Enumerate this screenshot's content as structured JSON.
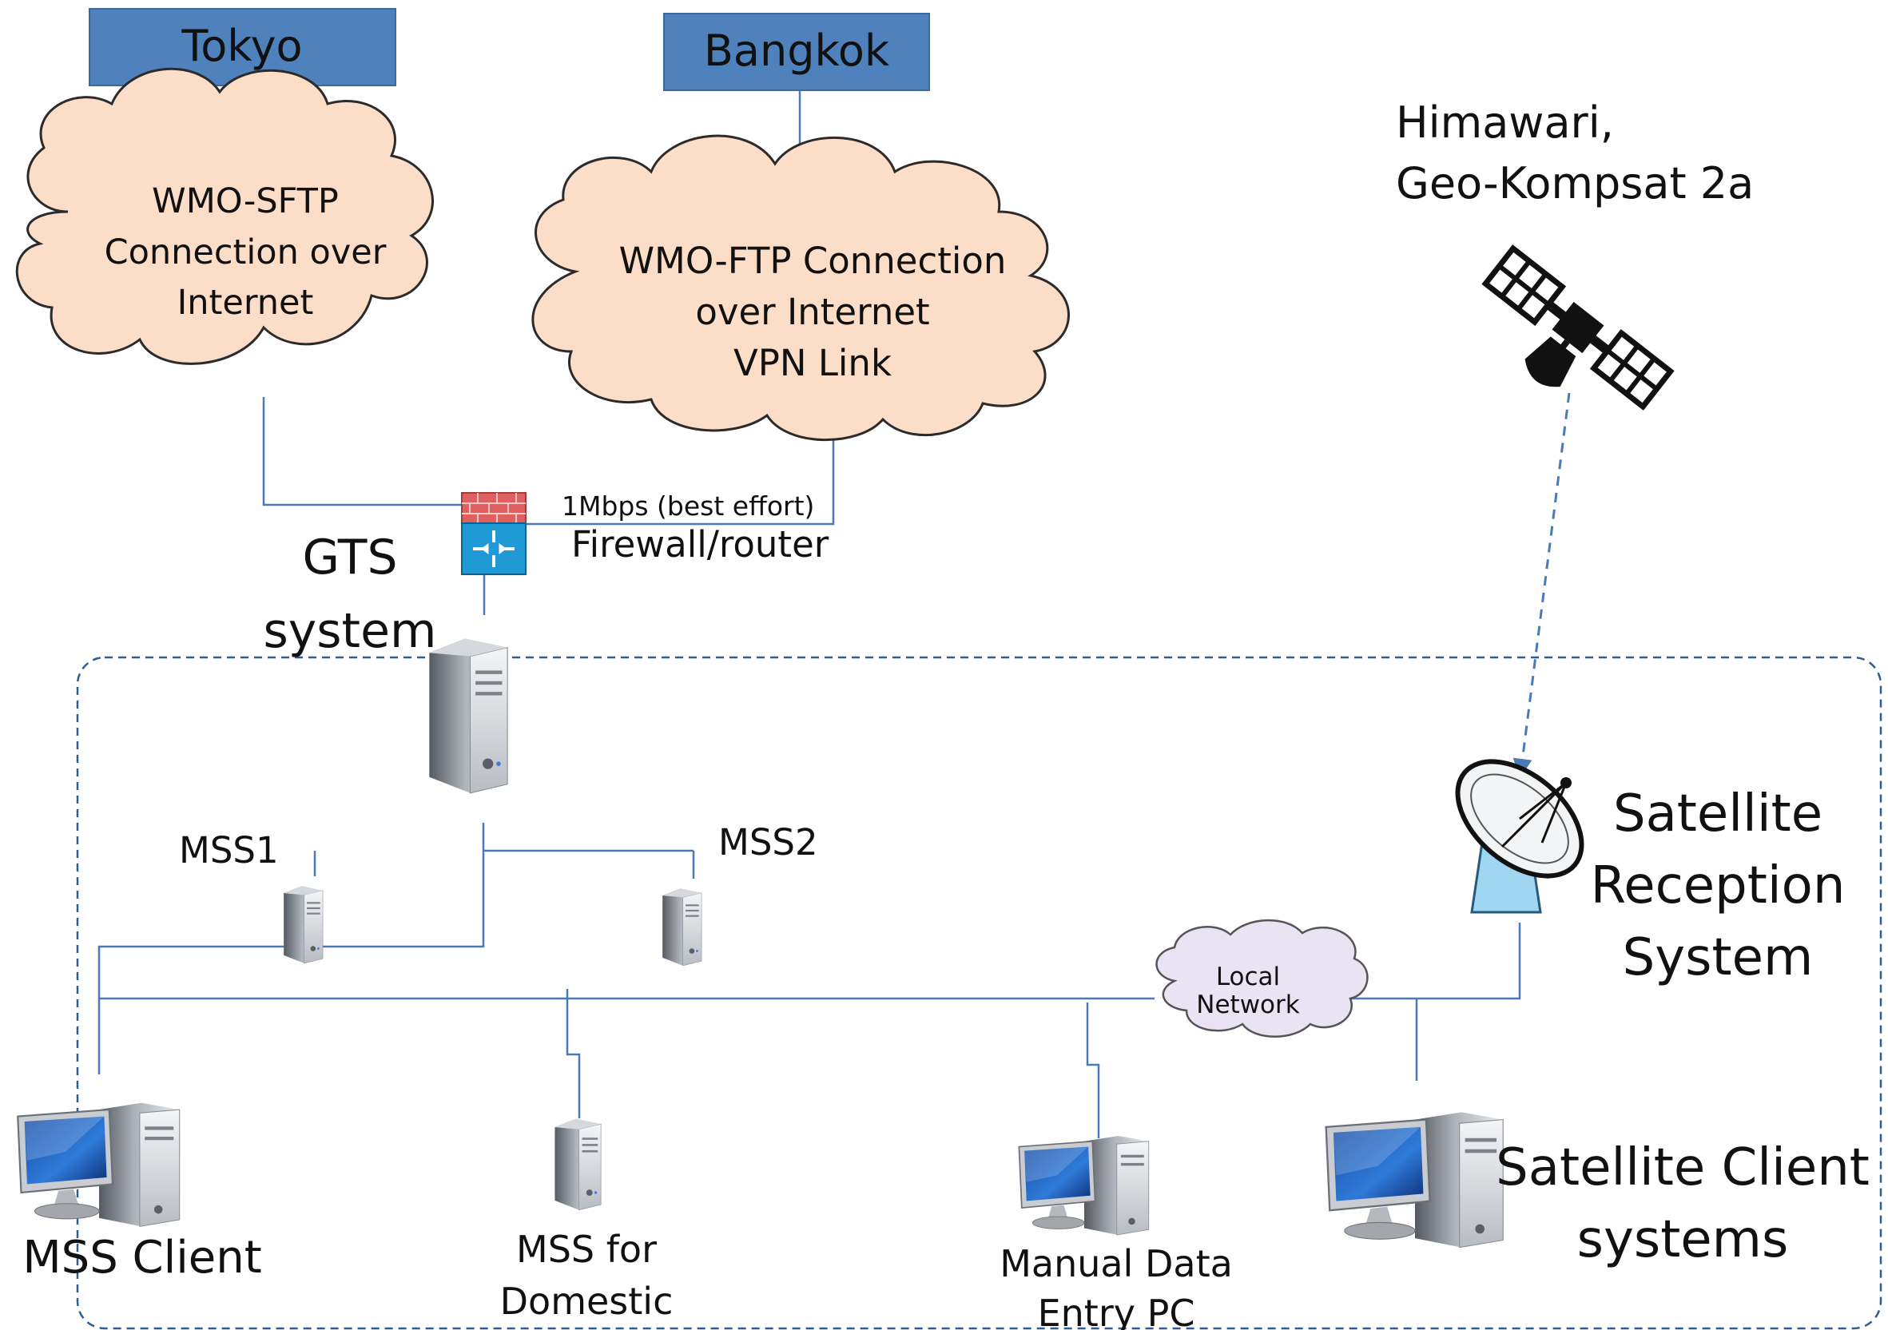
{
  "sites": {
    "tokyo": "Tokyo",
    "bangkok": "Bangkok"
  },
  "clouds": {
    "tokyo_lines": [
      "WMO-SFTP",
      "Connection over",
      "Internet"
    ],
    "bangkok_lines": [
      "WMO-FTP Connection",
      "over Internet",
      "VPN Link"
    ],
    "local_lines": [
      "Local",
      "Network"
    ]
  },
  "satellite_lines": [
    "Himawari,",
    "Geo-Kompsat 2a"
  ],
  "link": {
    "speed": "1Mbps (best effort)",
    "firewall": "Firewall/router"
  },
  "gts_lines": [
    "GTS",
    "system"
  ],
  "servers": {
    "mss1": "MSS1",
    "mss2": "MSS2"
  },
  "reception_lines": [
    "Satellite",
    "Reception",
    "System"
  ],
  "clients": {
    "mss_client": "MSS Client",
    "mss_domestic_lines": [
      "MSS for",
      "Domestic"
    ],
    "manual_entry_lines": [
      "Manual Data",
      "Entry PC"
    ],
    "sat_client_lines": [
      "Satellite Client",
      "systems"
    ]
  },
  "colors": {
    "site_box": "#4f81bd",
    "connector": "#4a7ab8",
    "wan_cloud": "#fcddc8",
    "lan_cloud": "#e9e3f3",
    "firewall_bricks": "#e06060",
    "router_body": "#1f9ad6"
  },
  "icons": [
    "server-icon",
    "desktop-pc-icon",
    "firewall-icon",
    "router-icon",
    "satellite-icon",
    "satellite-dish-icon",
    "cloud-icon"
  ]
}
